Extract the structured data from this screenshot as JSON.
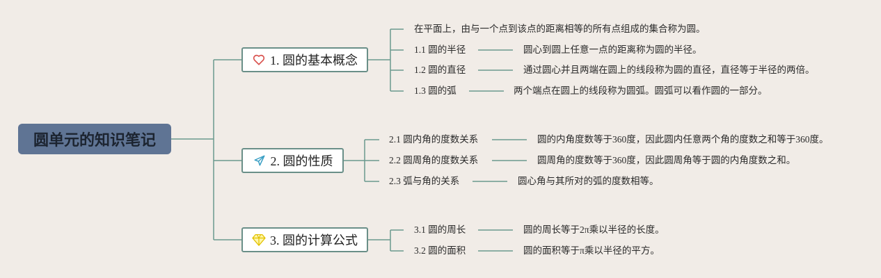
{
  "root": {
    "title": "圆单元的知识笔记"
  },
  "colors": {
    "line": "#6a9a8e",
    "root_bg": "#5f7494",
    "background": "#f1ece7",
    "heart": "#d9534f",
    "plane": "#3a9fc4",
    "gem": "#f2d21a"
  },
  "branches": [
    {
      "label": "1. 圆的基本概念",
      "icon": "heart-icon",
      "items": [
        {
          "text": "在平面上，由与一个点到该点的距离相等的所有点组成的集合称为圆。"
        },
        {
          "title": "1.1 圆的半径",
          "text": "圆心到圆上任意一点的距离称为圆的半径。"
        },
        {
          "title": "1.2 圆的直径",
          "text": "通过圆心并且两端在圆上的线段称为圆的直径，直径等于半径的两倍。"
        },
        {
          "title": "1.3 圆的弧",
          "text": "两个端点在圆上的线段称为圆弧。圆弧可以看作圆的一部分。"
        }
      ]
    },
    {
      "label": "2. 圆的性质",
      "icon": "paper-plane-icon",
      "items": [
        {
          "title": "2.1 圆内角的度数关系",
          "text": "圆的内角度数等于360度，因此圆内任意两个角的度数之和等于360度。"
        },
        {
          "title": "2.2 圆周角的度数关系",
          "text": "圆周角的度数等于360度，因此圆周角等于圆的内角度数之和。"
        },
        {
          "title": "2.3 弧与角的关系",
          "text": "圆心角与其所对的弧的度数相等。"
        }
      ]
    },
    {
      "label": "3. 圆的计算公式",
      "icon": "gem-icon",
      "items": [
        {
          "title": "3.1 圆的周长",
          "text": "圆的周长等于2π乘以半径的长度。"
        },
        {
          "title": "3.2 圆的面积",
          "text": "圆的面积等于π乘以半径的平方。"
        }
      ]
    }
  ]
}
